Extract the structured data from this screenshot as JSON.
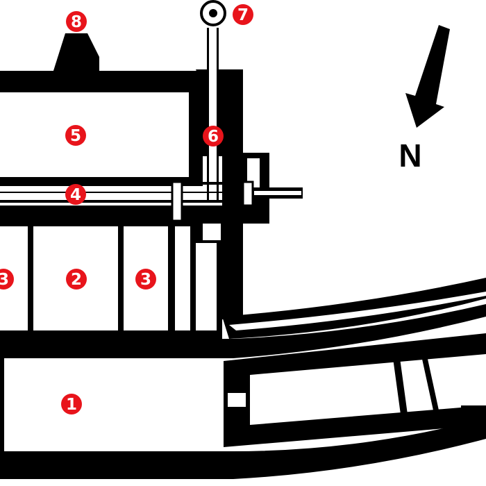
{
  "diagram": {
    "colors": {
      "wall": "#000000",
      "background": "#ffffff",
      "marker_fill": "#e8141b",
      "marker_text": "#ffffff"
    },
    "north_label": "N",
    "markers": [
      {
        "id": "1",
        "label": "1"
      },
      {
        "id": "2",
        "label": "2"
      },
      {
        "id": "3a",
        "label": "3"
      },
      {
        "id": "3b",
        "label": "3"
      },
      {
        "id": "4",
        "label": "4"
      },
      {
        "id": "5",
        "label": "5"
      },
      {
        "id": "6",
        "label": "6"
      },
      {
        "id": "7",
        "label": "7"
      },
      {
        "id": "8",
        "label": "8"
      }
    ]
  }
}
